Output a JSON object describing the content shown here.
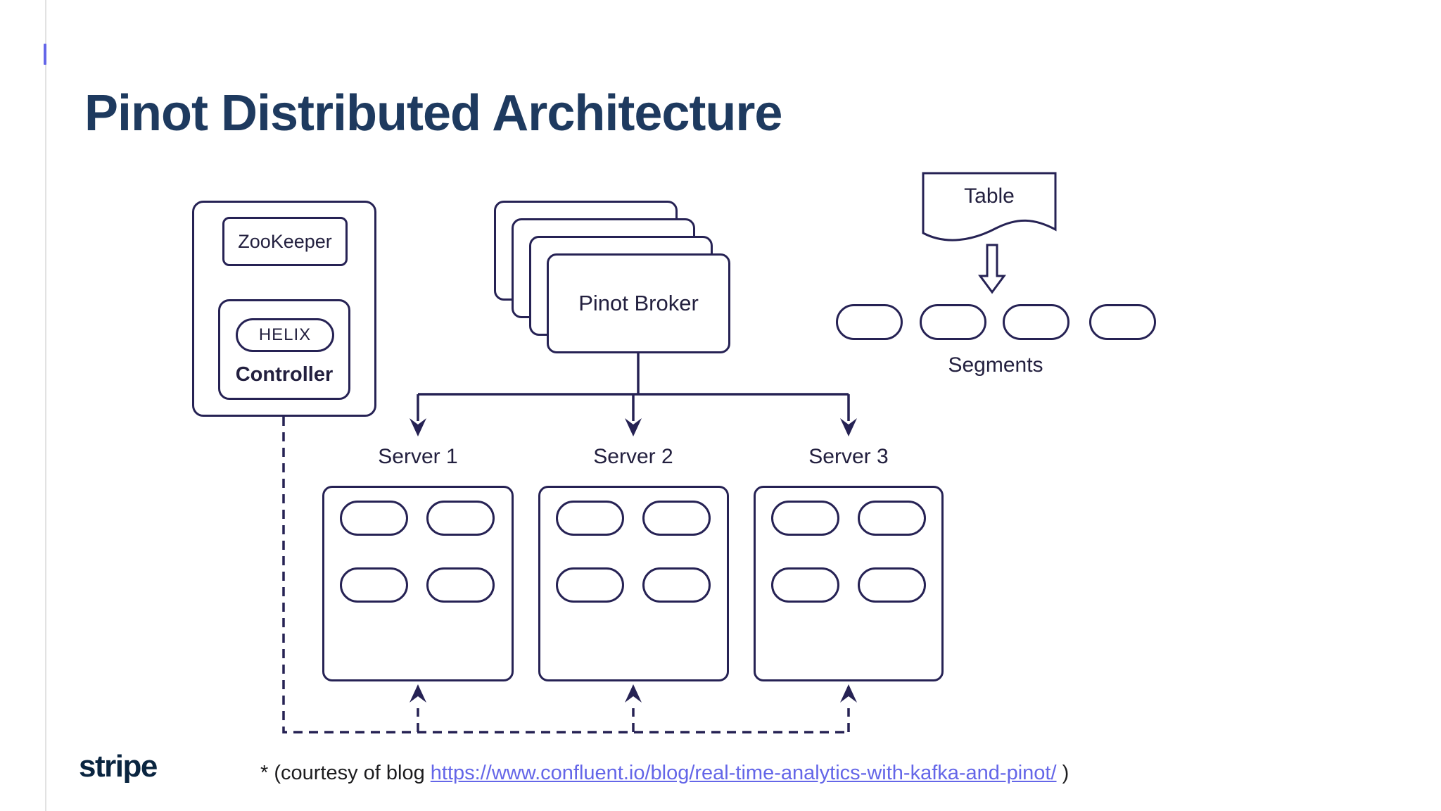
{
  "slide": {
    "title": "Pinot Distributed Architecture",
    "diagram": {
      "zookeeper_label": "ZooKeeper",
      "helix_label": "HELIX",
      "controller_label": "Controller",
      "broker_label": "Pinot Broker",
      "table_label": "Table",
      "segments_label": "Segments",
      "servers": [
        {
          "label": "Server 1"
        },
        {
          "label": "Server 2"
        },
        {
          "label": "Server 3"
        }
      ]
    },
    "footer": {
      "logo_text": "stripe",
      "citation_prefix": "* (courtesy of blog ",
      "citation_link": "https://www.confluent.io/blog/real-time-analytics-with-kafka-and-pinot/",
      "citation_suffix": " )"
    },
    "colors": {
      "diagram_stroke": "#262254",
      "title_color": "#1e3a5f",
      "link_color": "#6466e8",
      "logo_color": "#0a2540",
      "caret_color": "#6466e8",
      "canvas_rule_color": "#e2e2e2"
    }
  }
}
